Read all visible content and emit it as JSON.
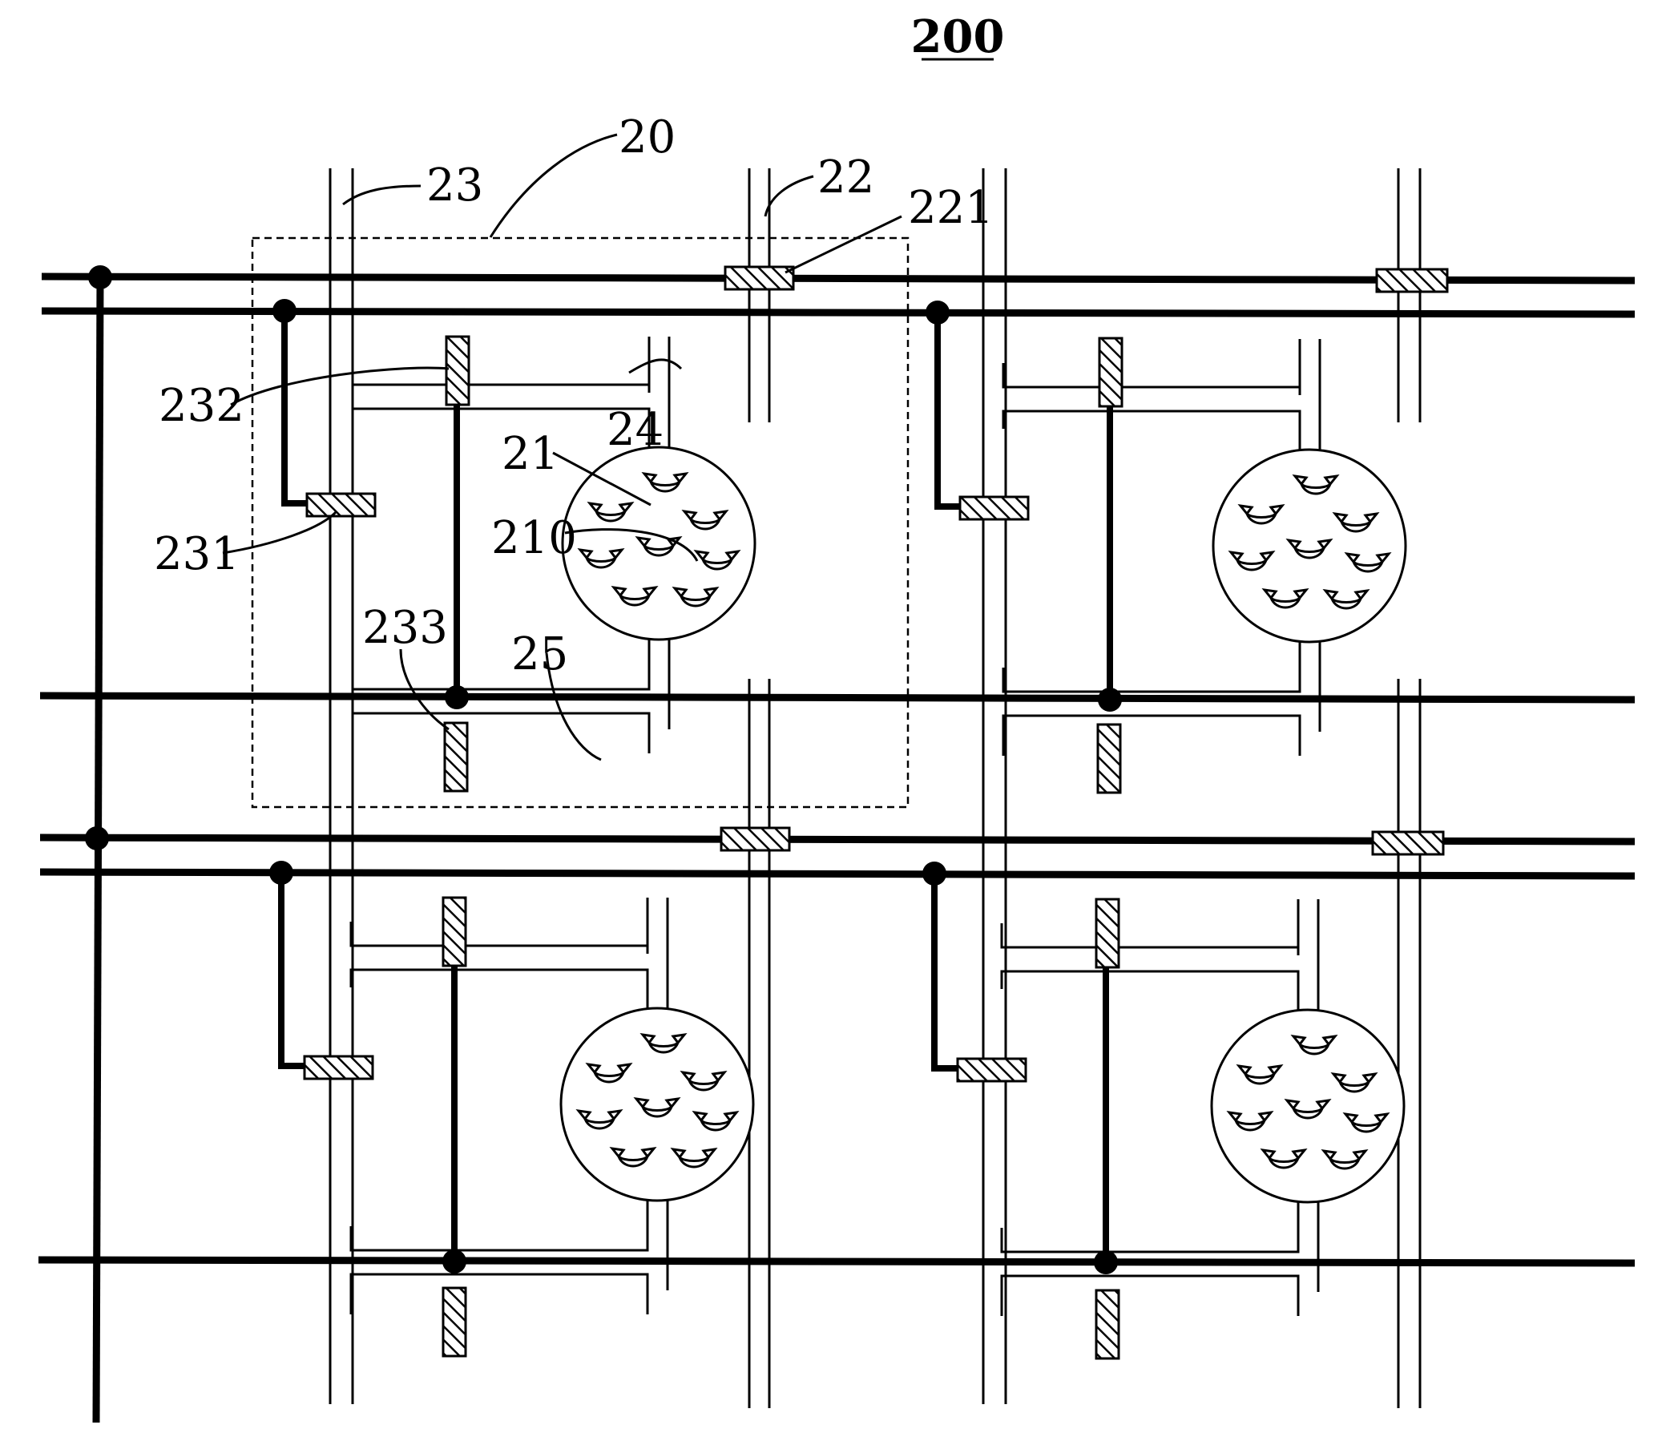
{
  "figure": {
    "title": "200",
    "labels": {
      "module": "20",
      "data_line": "22",
      "data_switch": "221",
      "scan_line": "23",
      "first_switch": "231",
      "second_switch": "232",
      "third_switch": "233",
      "upper_electrode": "24",
      "lower_electrode": "25",
      "pixel": "21",
      "particle": "210"
    }
  },
  "colors": {
    "line": "#000000",
    "background": "#ffffff",
    "hatch": "#000000"
  }
}
